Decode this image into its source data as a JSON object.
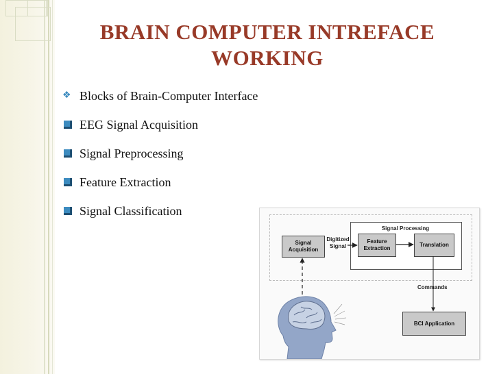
{
  "slide": {
    "title_line1": "BRAIN COMPUTER INTREFACE",
    "title_line2": "WORKING",
    "bullets": [
      {
        "text": "Blocks of Brain-Computer Interface",
        "marker": "diamond"
      },
      {
        "text": "EEG Signal Acquisition",
        "marker": "square"
      },
      {
        "text": "Signal Preprocessing",
        "marker": "square"
      },
      {
        "text": "Feature Extraction",
        "marker": "square"
      },
      {
        "text": "Signal Classification",
        "marker": "square"
      }
    ]
  },
  "diagram": {
    "signal_processing": "Signal Processing",
    "signal_acquisition": [
      "Signal",
      "Acquisition"
    ],
    "digitized_signal": [
      "Digitized",
      "Signal"
    ],
    "feature_extraction": [
      "Feature",
      "Extraction"
    ],
    "translation": "Translation",
    "commands": "Commands",
    "bci_application": "BCI Application"
  },
  "colors": {
    "title": "#983a28",
    "bullet": "#3c8bbf",
    "block_fill": "#c9c9c9"
  }
}
